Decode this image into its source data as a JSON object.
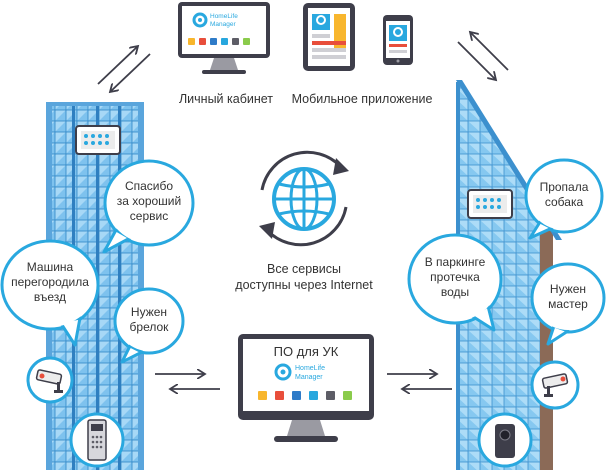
{
  "labels": {
    "cabinet": "Личный кабинет",
    "mobile_app": "Мобильное приложение",
    "services": [
      "Все сервисы",
      "доступны через Internet"
    ],
    "software": "ПО для УК"
  },
  "app_logo": [
    "HomeLife",
    "Manager"
  ],
  "bubbles": {
    "thanks": [
      "Спасибо",
      "за хороший",
      "сервис"
    ],
    "car": [
      "Машина",
      "перегородила",
      "въезд"
    ],
    "keyfob": [
      "Нужен",
      "брелок"
    ],
    "dog": [
      "Пропала",
      "собака"
    ],
    "leak": [
      "В паркинге",
      "протечка",
      "воды"
    ],
    "master": [
      "Нужен",
      "мастер"
    ]
  },
  "colors": {
    "accent": "#29A8DF",
    "dark": "#3E3E4A",
    "building": "#3B95D3",
    "brown": "#8B6A57",
    "arrow": "#3E3E4A"
  },
  "app_tiles": [
    "#F8B62D",
    "#E84E3B",
    "#2E7BC8",
    "#28A7DE",
    "#5D5D66",
    "#8ACB4B"
  ]
}
